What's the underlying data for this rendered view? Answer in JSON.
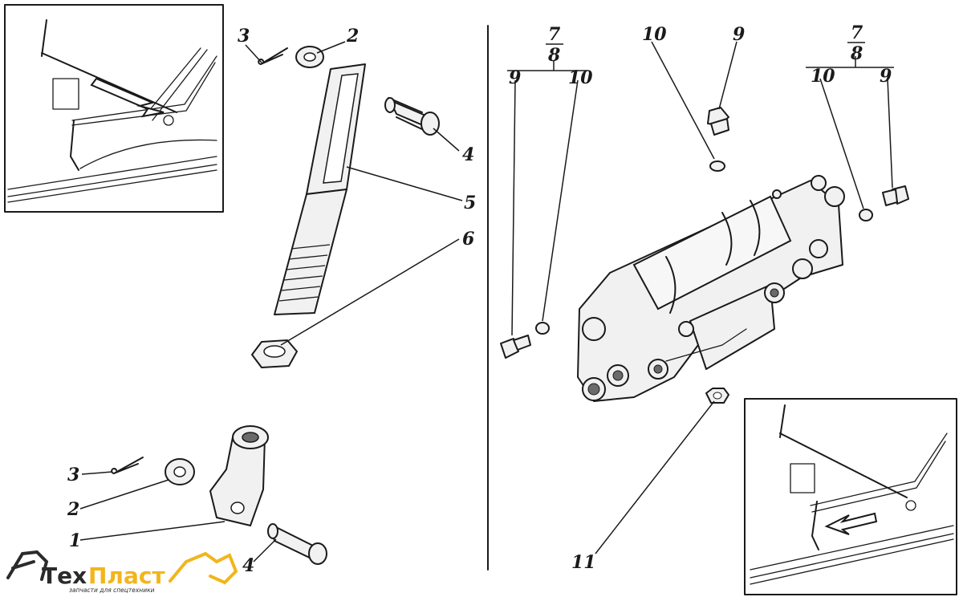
{
  "labels": {
    "l1": "1",
    "l2a": "2",
    "l2b": "2",
    "l3a": "3",
    "l3b": "3",
    "l4a": "4",
    "l4b": "4",
    "l5": "5",
    "l6": "6",
    "l7a": "7",
    "l8a": "8",
    "l9a": "9",
    "l10a": "10",
    "l10b": "10",
    "l9b": "9",
    "l7b": "7",
    "l8b": "8",
    "l10c": "10",
    "l9c": "9",
    "l11": "11"
  },
  "logo": {
    "brand_part1": "Тех",
    "brand_part2": "Пласт",
    "tagline": "запчасти для спецтехники",
    "colors": {
      "primary": "#2b2b2b",
      "accent": "#f2b51b"
    }
  }
}
